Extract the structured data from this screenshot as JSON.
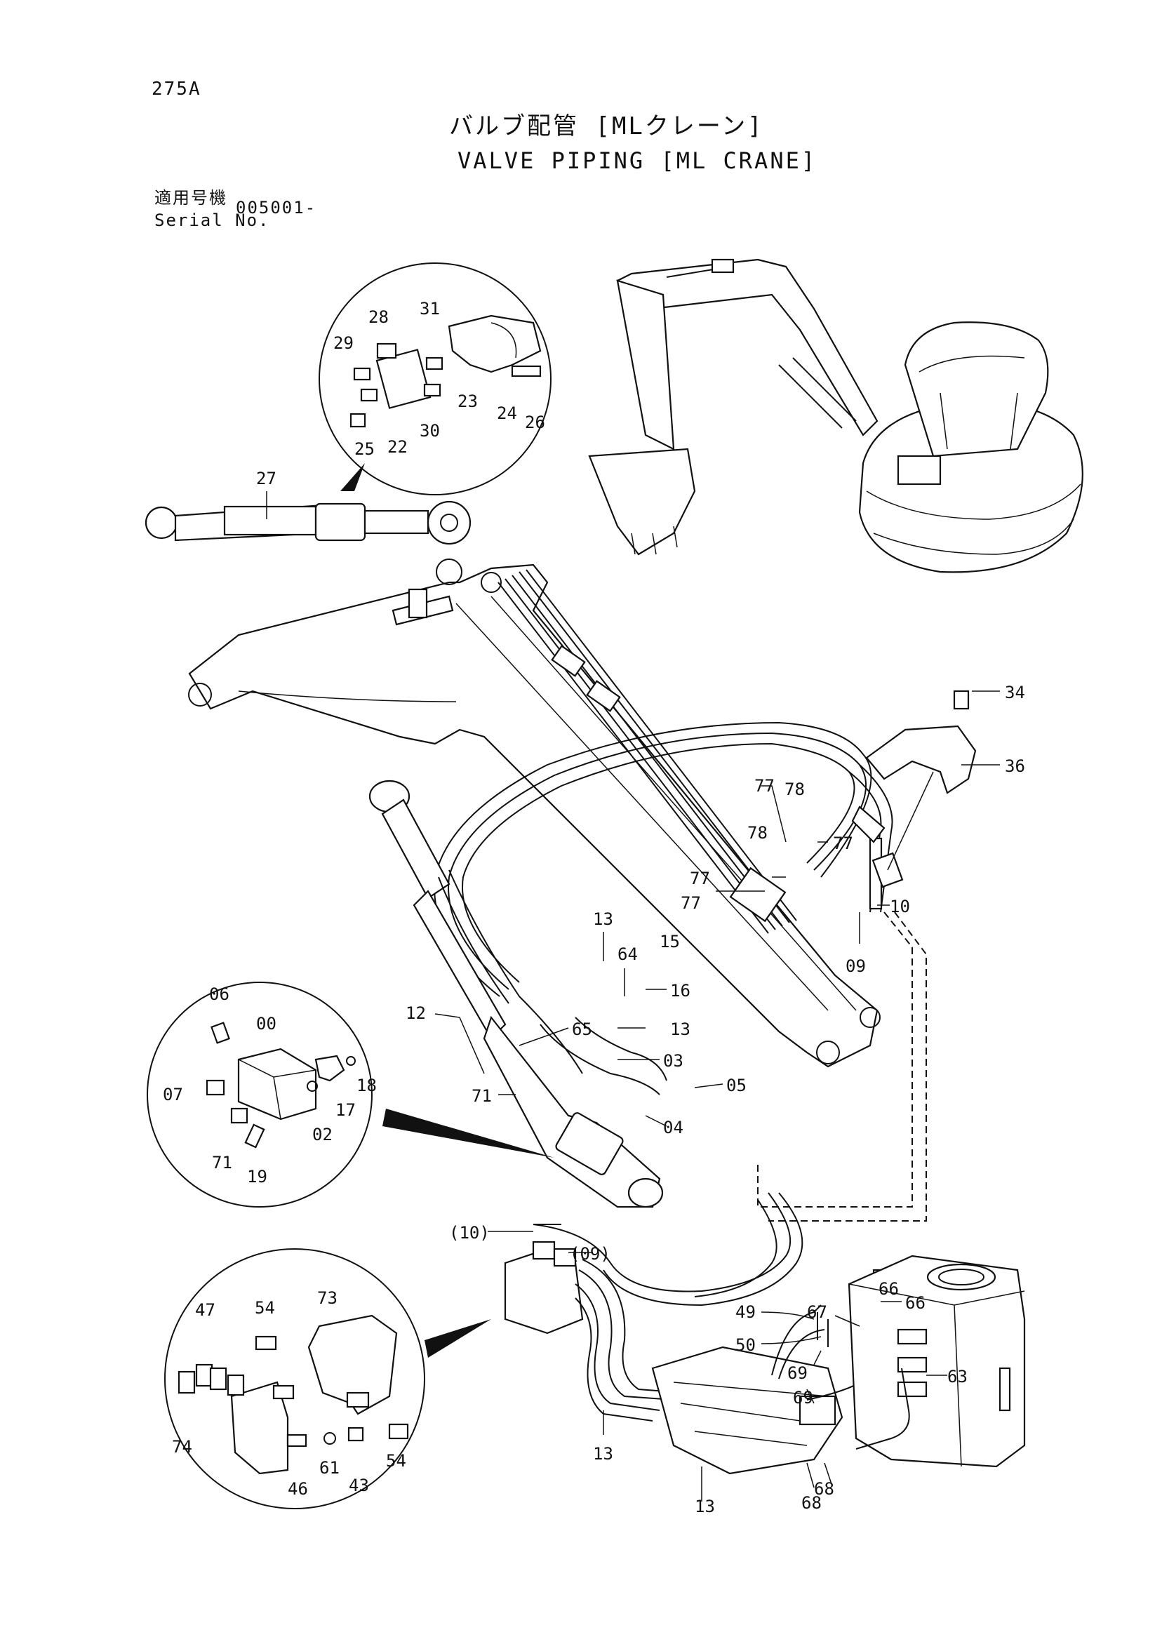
{
  "header": {
    "page_no": "275A",
    "title_jp": "バルブ配管 [MLクレーン]",
    "title_en": "VALVE PIPING [ML CRANE]",
    "serial_label_jp": "適用号機",
    "serial_label_en": "Serial No.",
    "serial_value": "005001-"
  },
  "callouts": {
    "c34": "34",
    "c36": "36",
    "c10": "10",
    "c09": "09",
    "c77a": "77",
    "c77b": "77",
    "c77c": "77",
    "c77d": "77",
    "c78a": "78",
    "c78b": "78",
    "c13a": "13",
    "c13b": "13",
    "c13c": "13",
    "c13d": "13",
    "c15": "15",
    "c16": "16",
    "c64": "64",
    "c65": "65",
    "c03": "03",
    "c04": "04",
    "c05": "05",
    "c12": "12",
    "c71b": "71",
    "c10p": "(10)",
    "c09p": "(09)",
    "c49": "49",
    "c50": "50",
    "c67": "67",
    "c66a": "66",
    "c66b": "66",
    "c69a": "69",
    "c69b": "69",
    "c68a": "68",
    "c68b": "68",
    "c63": "63",
    "c27": "27"
  },
  "detail_top": {
    "labels": [
      "28",
      "31",
      "29",
      "23",
      "24",
      "26",
      "30",
      "25",
      "22"
    ]
  },
  "detail_mid": {
    "labels": [
      "06",
      "00",
      "07",
      "18",
      "17",
      "02",
      "71",
      "19"
    ]
  },
  "detail_bot": {
    "labels": [
      "47",
      "54",
      "73",
      "74",
      "61",
      "46",
      "43",
      "54"
    ]
  }
}
